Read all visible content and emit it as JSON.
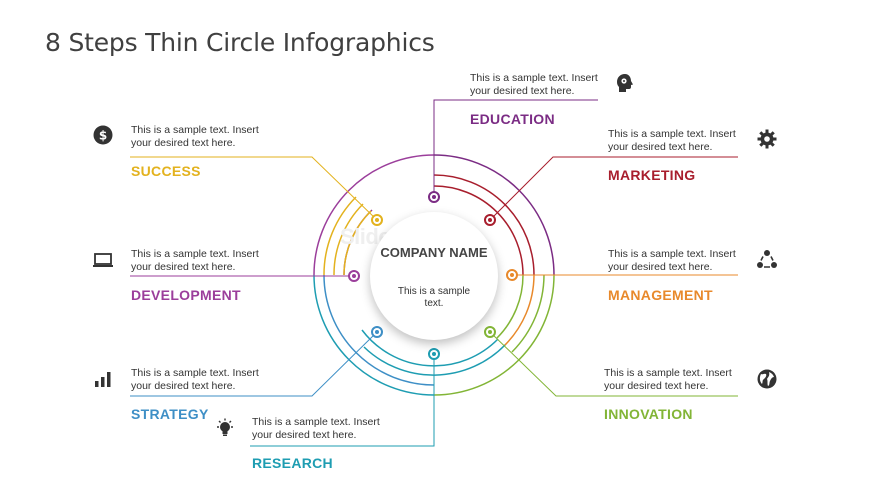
{
  "title": "8 Steps Thin Circle Infographics",
  "center": {
    "name": "COMPANY NAME",
    "text": "This is a sample text."
  },
  "watermark": "SlideModel",
  "steps": [
    {
      "label": "EDUCATION",
      "desc": "This is a sample text. Insert your desired text here.",
      "color": "#7B2C84",
      "icon": "head-gears-icon"
    },
    {
      "label": "MARKETING",
      "desc": "This is a sample text. Insert your desired text here.",
      "color": "#A81E2D",
      "icon": "gear-icon"
    },
    {
      "label": "MANAGEMENT",
      "desc": "This is a sample text. Insert your desired text here.",
      "color": "#E8892B",
      "icon": "network-icon"
    },
    {
      "label": "INNOVATION",
      "desc": "This is a sample text. Insert your desired text here.",
      "color": "#82B536",
      "icon": "globe-icon"
    },
    {
      "label": "RESEARCH",
      "desc": "This is a sample text. Insert your desired text here.",
      "color": "#1E9DB2",
      "icon": "lightbulb-icon"
    },
    {
      "label": "STRATEGY",
      "desc": "This is a sample text. Insert your desired text here.",
      "color": "#3E8FC6",
      "icon": "bar-chart-icon"
    },
    {
      "label": "DEVELOPMENT",
      "desc": "This is a sample text. Insert your desired text here.",
      "color": "#9B3E9B",
      "icon": "laptop-icon"
    },
    {
      "label": "SUCCESS",
      "desc": "This is a sample text. Insert your desired text here.",
      "color": "#E3B21E",
      "icon": "dollar-icon"
    }
  ]
}
